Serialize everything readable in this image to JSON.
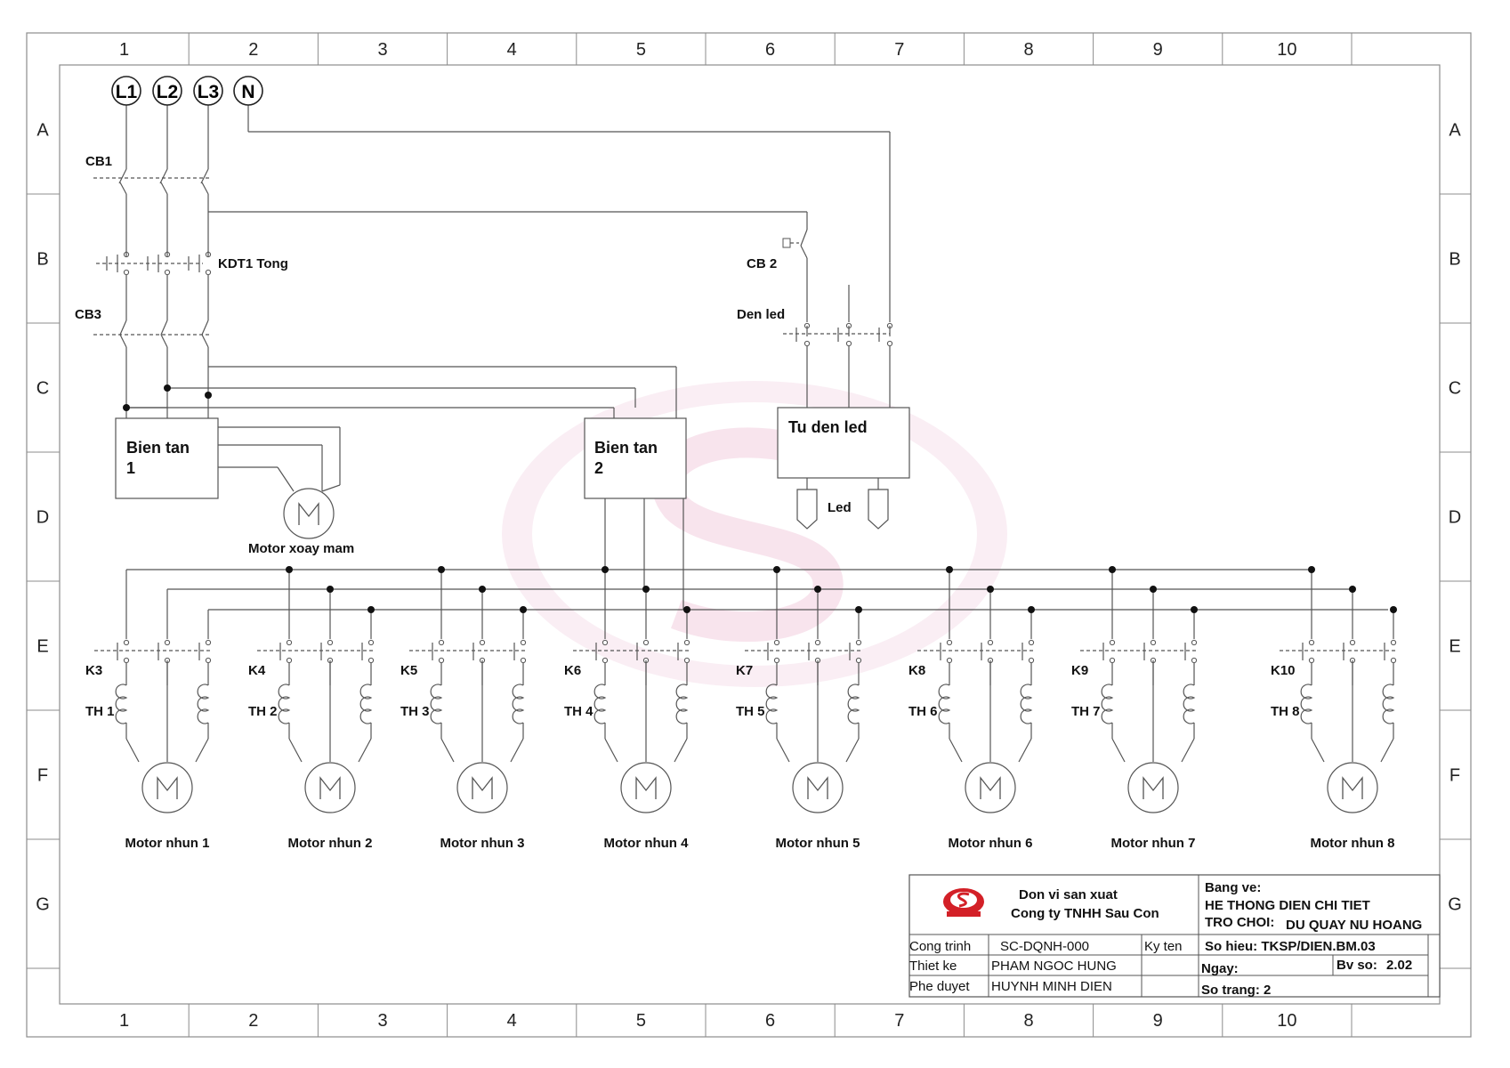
{
  "frame": {
    "columns": [
      "1",
      "2",
      "3",
      "4",
      "5",
      "6",
      "7",
      "8",
      "9",
      "10"
    ],
    "rows": [
      "A",
      "B",
      "C",
      "D",
      "E",
      "F",
      "G"
    ]
  },
  "phases": [
    "L1",
    "L2",
    "L3",
    "N"
  ],
  "components": {
    "cb1": "CB1",
    "kdt1": "KDT1 Tong",
    "cb3": "CB3",
    "cb2": "CB 2",
    "den_led": "Den led",
    "bien_tan_1": [
      "Bien tan",
      "1"
    ],
    "bien_tan_2": [
      "Bien tan",
      "2"
    ],
    "tu_den_led": "Tu den led",
    "led": "Led",
    "motor_xoay": "Motor xoay mam"
  },
  "branches": [
    {
      "k": "K3",
      "th": "TH 1",
      "motor": "Motor nhun 1"
    },
    {
      "k": "K4",
      "th": "TH 2",
      "motor": "Motor nhun 2"
    },
    {
      "k": "K5",
      "th": "TH 3",
      "motor": "Motor nhun 3"
    },
    {
      "k": "K6",
      "th": "TH 4",
      "motor": "Motor nhun 4"
    },
    {
      "k": "K7",
      "th": "TH 5",
      "motor": "Motor nhun 5"
    },
    {
      "k": "K8",
      "th": "TH 6",
      "motor": "Motor nhun 6"
    },
    {
      "k": "K9",
      "th": "TH 7",
      "motor": "Motor nhun 7"
    },
    {
      "k": "K10",
      "th": "TH 8",
      "motor": "Motor nhun 8"
    }
  ],
  "title_block": {
    "producer_label": "Don vi san xuat",
    "producer": "Cong ty TNHH Sau Con",
    "drawing_label": "Bang ve:",
    "drawing_title": "HE THONG DIEN CHI TIET",
    "game_label": "TRO CHOI:",
    "game_name": "DU QUAY NU HOANG",
    "project_label": "Cong trinh",
    "project_code": "SC-DQNH-000",
    "sign_label": "Ky ten",
    "code_label": "So hieu: TKSP/DIEN.BM.03",
    "designer_label": "Thiet ke",
    "designer": "PHAM NGOC HUNG",
    "date_label": "Ngay:",
    "version_label": "Bv so:",
    "version": "2.02",
    "approver_label": "Phe duyet",
    "approver": "HUYNH MINH DIEN",
    "page_label": "So trang: 2"
  },
  "colors": {
    "line": "#555555",
    "frame": "#8c8c8c",
    "text": "#111111",
    "logo_red": "#d32027",
    "watermark": "#f2c8dc"
  }
}
